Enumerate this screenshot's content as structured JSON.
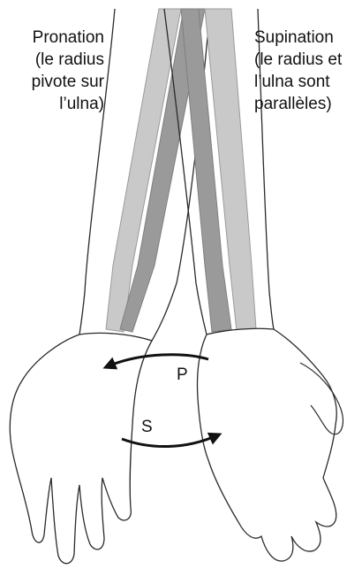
{
  "labels": {
    "pronation": [
      "Pronation",
      "(le radius",
      "pivote sur",
      "l’ulna)"
    ],
    "supination": [
      "Supination",
      "(le radius et",
      "l’ulna sont",
      "parallèles)"
    ],
    "arrow_p": "P",
    "arrow_s": "S"
  },
  "colors": {
    "bone": "#c9c9c9",
    "bone_shadow": "#9a9a9a",
    "outline": "#2a2a2a",
    "arrow": "#111111",
    "background": "#ffffff"
  }
}
